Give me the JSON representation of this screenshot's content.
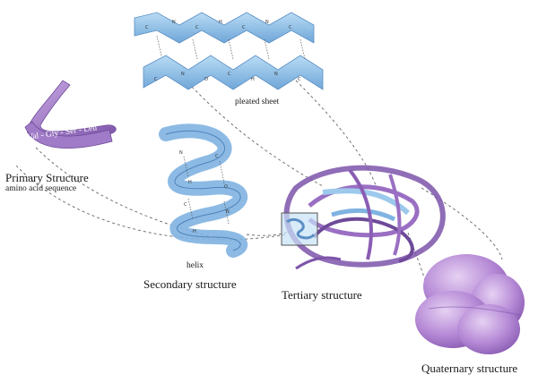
{
  "labels": {
    "pleated_sheet": "pleated sheet",
    "helix": "helix",
    "primary_title": "Primary Structure",
    "primary_sub": "amino acid sequence",
    "secondary": "Secondary structure",
    "tertiary": "Tertiary structure",
    "quaternary": "Quaternary structure",
    "sequence": "Val - Gly - Ser - Leu"
  },
  "colors": {
    "purple": "#9a6fc3",
    "purple_dark": "#6e4a99",
    "blue": "#9dc9ec",
    "blue_dark": "#5b8fc4",
    "dash": "#666666"
  }
}
